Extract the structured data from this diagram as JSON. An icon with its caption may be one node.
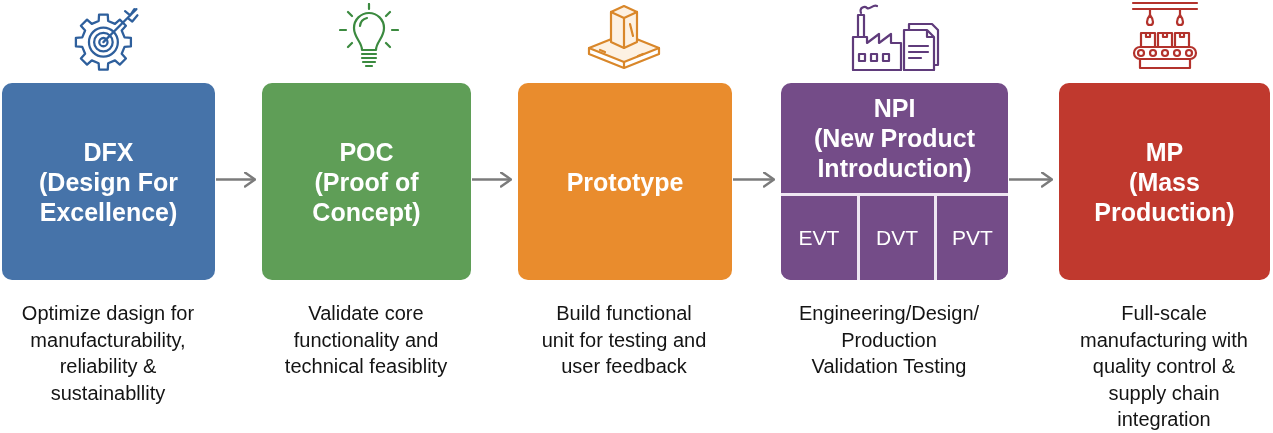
{
  "diagram": {
    "nodes": [
      {
        "text": [
          "DFX",
          "(Design For Excellence)"
        ],
        "beside": [
          "Optimize dasign for manufacturability, reliability & sustainabllity"
        ]
      },
      {
        "text": [
          "POC",
          "(Proof of Concept)"
        ],
        "beside": [
          "Validate core functionality and technical feasiblity"
        ]
      },
      {
        "text": [
          "Prototype"
        ],
        "beside": [
          "Build functional unit for testing and user feedback"
        ]
      },
      {
        "text": [
          "NPI",
          "(New Product Introduction)"
        ],
        "beside": [
          "Engineering/Design/ Production Validation Testing"
        ]
      },
      {
        "text": [
          "EVT"
        ],
        "in": 3
      },
      {
        "text": [
          "DVT"
        ],
        "in": 3
      },
      {
        "text": [
          "PVT"
        ],
        "in": 3
      },
      {
        "text": [
          "MP",
          "(Mass Production)"
        ],
        "beside": [
          "Full-scale manufacturing with quality control & supply chain integration"
        ]
      }
    ],
    "edges": [
      {
        "from": 0,
        "to": 1,
        "arrow": "to"
      },
      {
        "from": 1,
        "to": 2,
        "arrow": "to"
      },
      {
        "from": 2,
        "to": 3,
        "arrow": "to"
      },
      {
        "from": 3,
        "to": 7,
        "arrow": "to"
      }
    ]
  }
}
